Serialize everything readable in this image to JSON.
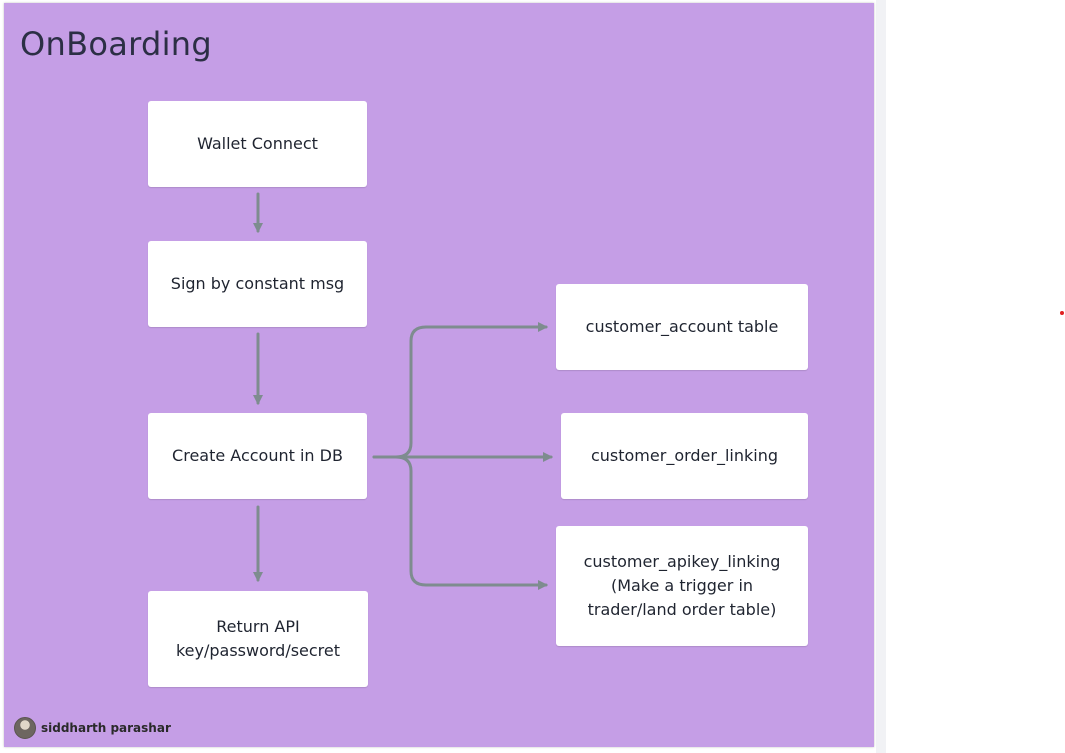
{
  "frame": {
    "title": "OnBoarding"
  },
  "nodes": {
    "wallet_connect": "Wallet Connect",
    "sign_msg": "Sign by constant msg",
    "create_account": "Create Account in DB",
    "return_api": "Return API\nkey/password/secret",
    "customer_account": "customer_account table",
    "customer_order": "customer_order_linking",
    "customer_apikey": "customer_apikey_linking\n(Make a trigger in\ntrader/land order table)"
  },
  "author": {
    "name": "siddharth parashar"
  },
  "colors": {
    "frame_background": "#c59ee6",
    "arrow": "#7e8c8f",
    "node_background": "#ffffff"
  }
}
